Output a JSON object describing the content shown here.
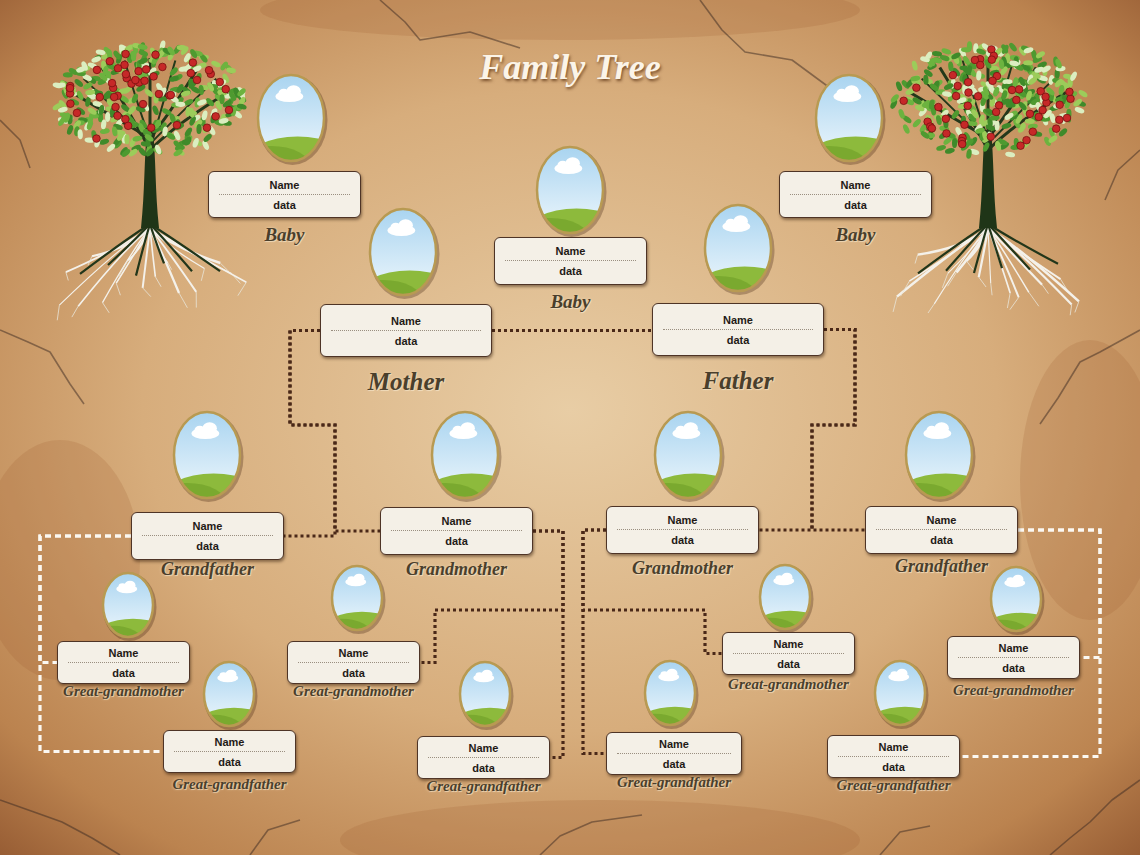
{
  "diagram": {
    "title": "Family Tree",
    "nodes": [
      {
        "text": [
          "Name",
          "data",
          "Baby"
        ]
      },
      {
        "text": [
          "Name",
          "data",
          "Baby"
        ]
      },
      {
        "text": [
          "Name",
          "data",
          "Baby"
        ]
      },
      {
        "text": [
          "Name",
          "data",
          "Mother"
        ]
      },
      {
        "text": [
          "Name",
          "data",
          "Father"
        ]
      },
      {
        "text": [
          "Name",
          "data",
          "Grandfather"
        ]
      },
      {
        "text": [
          "Name",
          "data",
          "Grandmother"
        ]
      },
      {
        "text": [
          "Name",
          "data",
          "Grandmother"
        ]
      },
      {
        "text": [
          "Name",
          "data",
          "Grandfather"
        ]
      },
      {
        "text": [
          "Name",
          "data",
          "Great-grandmother"
        ]
      },
      {
        "text": [
          "Name",
          "data",
          "Great-grandmother"
        ]
      },
      {
        "text": [
          "Name",
          "data",
          "Great-grandmother"
        ]
      },
      {
        "text": [
          "Name",
          "data",
          "Great-grandmother"
        ]
      },
      {
        "text": [
          "Name",
          "data",
          "Great-grandfather"
        ]
      },
      {
        "text": [
          "Name",
          "data",
          "Great-grandfather"
        ]
      },
      {
        "text": [
          "Name",
          "data",
          "Great-grandfather"
        ]
      },
      {
        "text": [
          "Name",
          "data",
          "Great-grandfather"
        ]
      }
    ],
    "edges": [
      {
        "from": 3,
        "to": 4,
        "arrow": "none"
      },
      {
        "from": 3,
        "to": 5,
        "arrow": "none"
      },
      {
        "from": 3,
        "to": 6,
        "arrow": "none"
      },
      {
        "from": 4,
        "to": 7,
        "arrow": "none"
      },
      {
        "from": 4,
        "to": 8,
        "arrow": "none"
      },
      {
        "from": 5,
        "to": 9,
        "arrow": "none"
      },
      {
        "from": 5,
        "to": 13,
        "arrow": "none"
      },
      {
        "from": 6,
        "to": 10,
        "arrow": "none"
      },
      {
        "from": 6,
        "to": 14,
        "arrow": "none"
      },
      {
        "from": 7,
        "to": 11,
        "arrow": "none"
      },
      {
        "from": 7,
        "to": 15,
        "arrow": "none"
      },
      {
        "from": 8,
        "to": 12,
        "arrow": "none"
      },
      {
        "from": 8,
        "to": 16,
        "arrow": "none"
      }
    ]
  }
}
